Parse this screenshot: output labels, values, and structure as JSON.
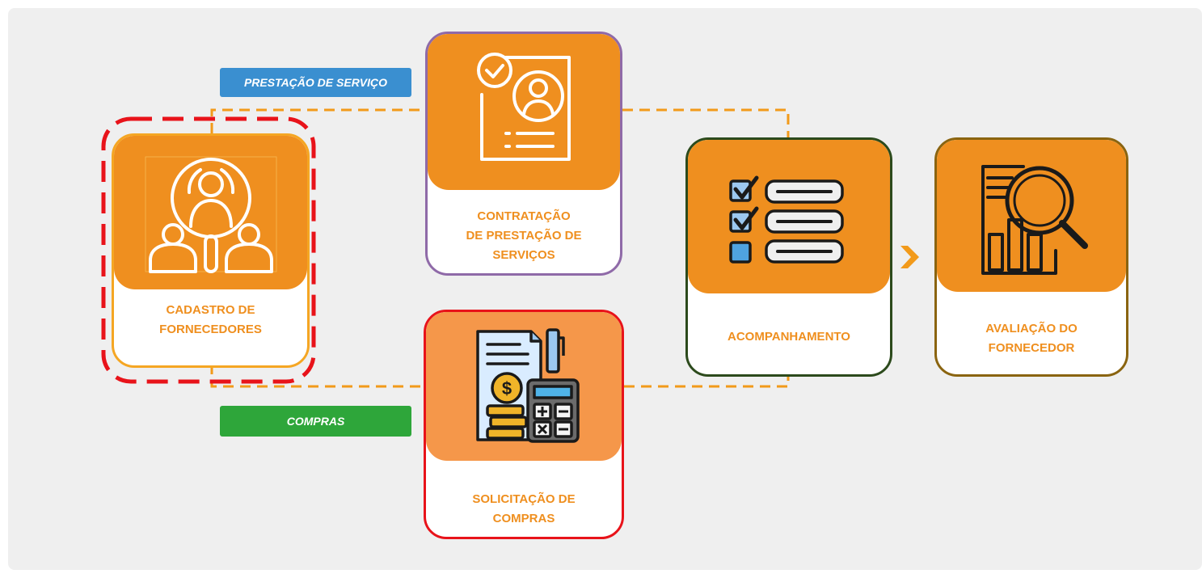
{
  "colors": {
    "orange": "#ef8f1f",
    "blue_tag": "#3a8fd0",
    "green_tag": "#2ea63a",
    "purple_border": "#8f6aa8",
    "red_border": "#e8131a",
    "darkgreen_border": "#2c4a1c",
    "brown_border": "#8a6410"
  },
  "tags": {
    "service": "PRESTAÇÃO DE SERVIÇO",
    "purchases": "COMPRAS"
  },
  "steps": {
    "supplier_registration": {
      "label_line1": "CADASTRO DE",
      "label_line2": "FORNECEDORES",
      "icon": "people-search-icon"
    },
    "service_contracting": {
      "label_line1": "CONTRATAÇÃO",
      "label_line2": "DE PRESTAÇÃO DE",
      "label_line3": "SERVIÇOS",
      "icon": "contract-profile-icon"
    },
    "purchase_request": {
      "label_line1": "SOLICITAÇÃO DE",
      "label_line2": "COMPRAS",
      "icon": "finance-calculator-icon"
    },
    "monitoring": {
      "label": "ACOMPANHAMENTO",
      "icon": "checklist-icon"
    },
    "supplier_evaluation": {
      "label_line1": "AVALIAÇÃO DO",
      "label_line2": "FORNECEDOR",
      "icon": "report-magnifier-icon"
    }
  }
}
